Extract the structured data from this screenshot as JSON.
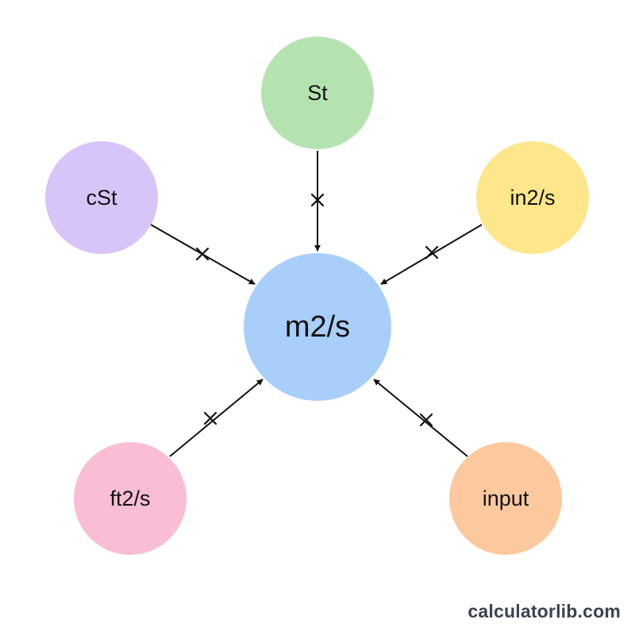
{
  "diagram": {
    "center": {
      "label": "m2/s",
      "color": "#a8cffa"
    },
    "nodes": [
      {
        "id": "st",
        "label": "St",
        "color": "#b5e3b0"
      },
      {
        "id": "cst",
        "label": "cSt",
        "color": "#d7c4f8"
      },
      {
        "id": "in2s",
        "label": "in2/s",
        "color": "#fde68c"
      },
      {
        "id": "ft2s",
        "label": "ft2/s",
        "color": "#f9bdd6"
      },
      {
        "id": "input",
        "label": "input",
        "color": "#fcc99e"
      }
    ],
    "edge_mark": "×",
    "edge_color": "#111111"
  },
  "watermark": "calculatorlib.com"
}
